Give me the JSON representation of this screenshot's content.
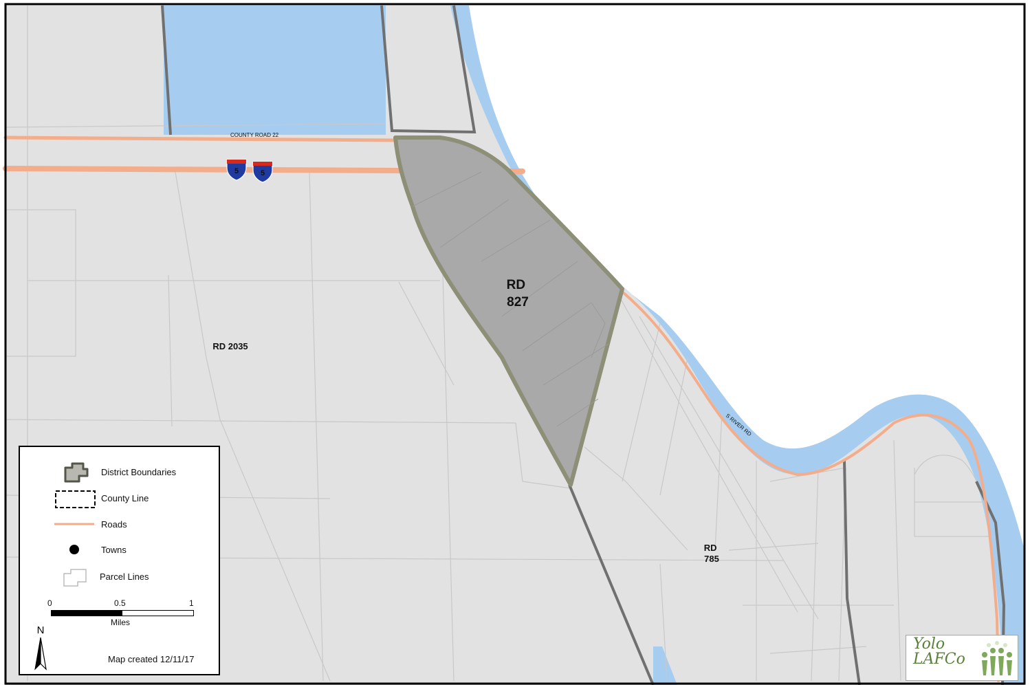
{
  "map": {
    "road_labels": {
      "county_road": "COUNTY ROAD 22",
      "river_road": "S RIVER RD"
    },
    "highway_shield": "5",
    "districts": [
      {
        "line1": "RD",
        "line2": "827"
      },
      {
        "line1": "RD 2035",
        "line2": ""
      },
      {
        "line1": "RD",
        "line2": "785"
      }
    ],
    "colors": {
      "land": "#e2e2e2",
      "water": "#a6cdf0",
      "district_fill": "#a9a9a9",
      "district_outline": "#8d8f76",
      "road": "#f3ad8a",
      "county_line": "#707070",
      "parcel": "#c8c8c8"
    }
  },
  "legend": {
    "items": [
      {
        "label": "District Boundaries",
        "icon": "district-boundary-icon"
      },
      {
        "label": "County Line",
        "icon": "county-line-icon"
      },
      {
        "label": "Roads",
        "icon": "road-line-icon"
      },
      {
        "label": "Towns",
        "icon": "town-dot-icon"
      },
      {
        "label": "Parcel Lines",
        "icon": "parcel-outline-icon"
      }
    ],
    "scale": {
      "ticks": [
        "0",
        "0.5",
        "1"
      ],
      "units": "Miles"
    },
    "north": "N",
    "credit": "Map created 12/11/17"
  },
  "logo": {
    "line1": "Yolo",
    "line2": "LAFCo"
  }
}
